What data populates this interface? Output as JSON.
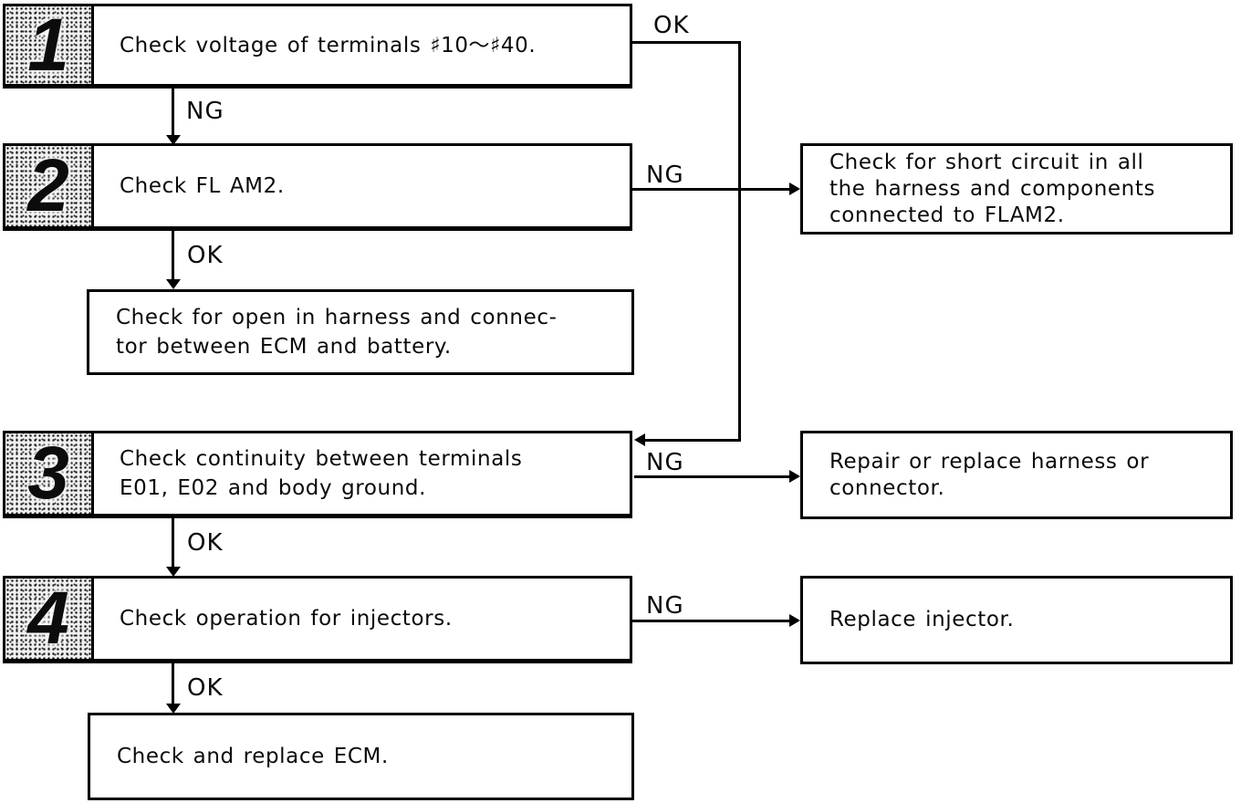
{
  "nodes": {
    "step1": {
      "number": "1",
      "text": "Check voltage of terminals ♯10～♯40."
    },
    "step2": {
      "number": "2",
      "text": "Check FL AM2."
    },
    "open_harness": {
      "text": "Check for open in harness and connec-\ntor between ECM and battery."
    },
    "step3": {
      "number": "3",
      "text": "Check continuity between terminals\nE01, E02 and body ground."
    },
    "step4": {
      "number": "4",
      "text": "Check operation for injectors."
    },
    "final_ecm": {
      "text": "Check and replace ECM."
    },
    "short_circuit": {
      "text": "Check for short circuit in all\nthe harness and components\nconnected to FLAM2."
    },
    "repair_harness": {
      "text": "Repair or replace harness or\nconnector."
    },
    "replace_injector": {
      "text": "Replace injector."
    }
  },
  "connectors": {
    "step1_ok": "OK",
    "step1_ng": "NG",
    "step2_ng": "NG",
    "step2_ok": "OK",
    "step3_ng": "NG",
    "step3_ok": "OK",
    "step4_ng": "NG",
    "step4_ok": "OK"
  },
  "colors": {
    "line": "#000000",
    "box_background": "#ffffff",
    "page_background": "#ffffff"
  }
}
